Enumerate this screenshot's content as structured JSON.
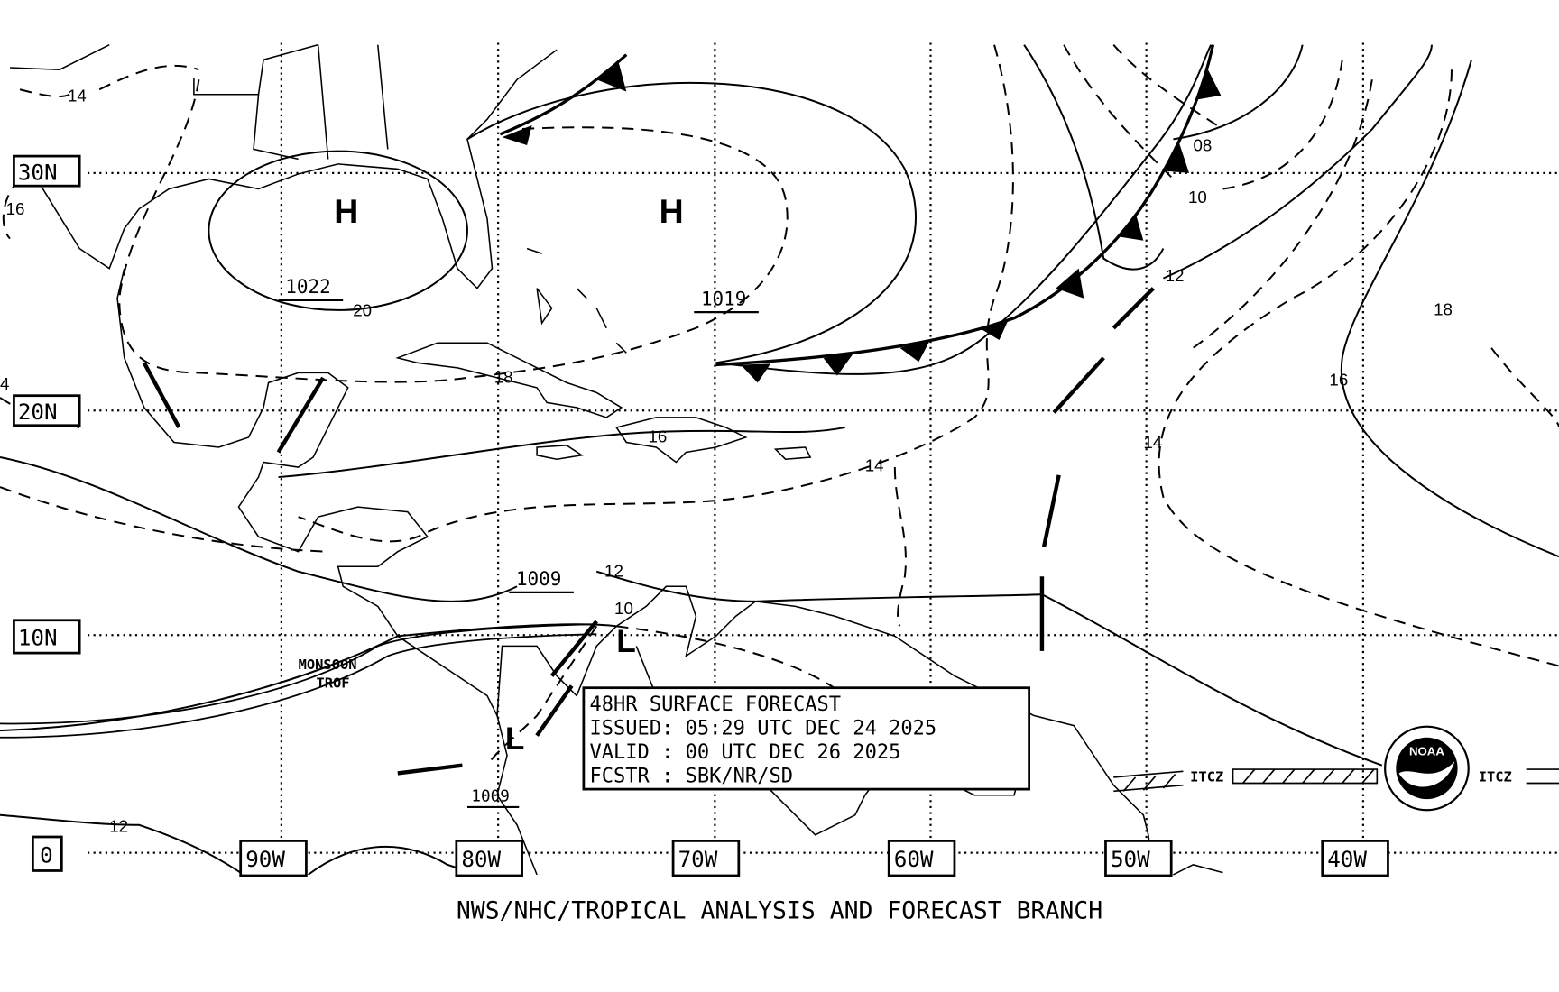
{
  "map": {
    "title": "48HR SURFACE FORECAST",
    "issued": "ISSUED: 05:29 UTC DEC 24 2025",
    "valid": "VALID : 00 UTC DEC 26 2025",
    "forecaster": "FCSTR : SBK/NR/SD",
    "footer": "NWS/NHC/TROPICAL ANALYSIS AND FORECAST BRANCH",
    "logo_text": "NOAA",
    "latitudes": [
      "30N",
      "20N",
      "10N",
      "0"
    ],
    "longitudes": [
      "90W",
      "80W",
      "70W",
      "60W",
      "50W",
      "40W"
    ],
    "highs": [
      {
        "symbol": "H",
        "pressure": "1022"
      },
      {
        "symbol": "H",
        "pressure": "1019"
      }
    ],
    "lows": [
      {
        "symbol": "L",
        "pressure": "1009"
      },
      {
        "symbol": "L",
        "pressure": "1009"
      }
    ],
    "isobar_labels": [
      "14",
      "16",
      "20",
      "18",
      "16",
      "14",
      "12",
      "10",
      "08",
      "10",
      "12",
      "18",
      "16",
      "14",
      "12",
      "4"
    ],
    "features": {
      "monsoon_line1": "MONSOON",
      "monsoon_line2": "TROF",
      "itcz_west": "ITCZ",
      "itcz_east": "ITCZ"
    }
  }
}
